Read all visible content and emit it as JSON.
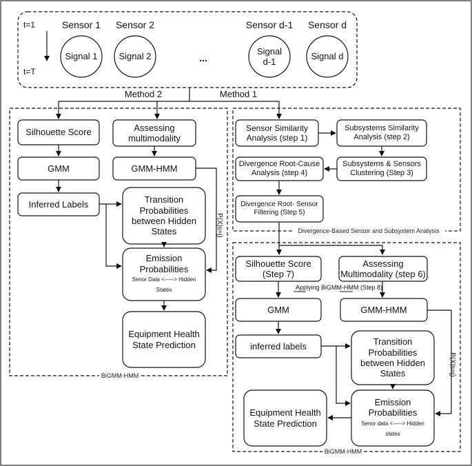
{
  "top": {
    "time_start": "t=1",
    "time_end": "t=T",
    "sensors": [
      "Sensor 1",
      "Sensor 2",
      "Sensor d-1",
      "Sensor d"
    ],
    "signals": [
      "Signal 1",
      "Signal 2",
      "Signal d-1",
      "Signal d"
    ],
    "ellipsis": "..."
  },
  "methods": {
    "method2": "Method 2",
    "method1": "Method 1"
  },
  "left": {
    "silhouette": "Silhouette Score",
    "assessing": "Assessing multimodality",
    "gmm": "GMM",
    "gmm_hmm": "GMM-HMM",
    "inferred": "Inferred Labels",
    "transition": "Transition Probabilities between Hidden States",
    "emission_title": "Emission Probabilities",
    "emission_sub": "Senor Data <-----> Hidden States",
    "prediction": "Equipment Health State Prediction",
    "edge_label": "P(X|s=j)",
    "caption": "BiGMM-HMM"
  },
  "upper_right": {
    "step1": "Sensor Similarity Analysis (step 1)",
    "step2": "Subsystems Similarity Analysis (step 2)",
    "step3": "Subsystems & Sensors Clustering (Step 3)",
    "step4": "Divergence Root-Cause Analysis (step 4)",
    "step5": "Divergence Root- Sensor Filtering (Step 5)",
    "caption": "Divergence-Based Sensor and Subsystem Analysis"
  },
  "lower_right": {
    "silhouette": "Silhouette Score (Step 7)",
    "assessing": "Assessing Multimodality (step 6)",
    "applying": "Applying BiGMM-HMM (Step 8)",
    "gmm": "GMM",
    "gmm_hmm": "GMM-HMM",
    "inferred": "inferred labels",
    "transition": "Transition Probabilities between Hidden States",
    "emission_title": "Emission Probabilities",
    "emission_sub": "Senor data <-----> Hidden states",
    "prediction": "Equipment Health State Prediction",
    "edge_label": "P(X|s=j)",
    "caption": "BiGMM-HMM"
  }
}
